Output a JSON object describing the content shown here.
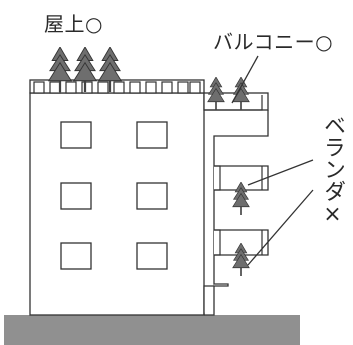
{
  "labels": {
    "rooftop": "屋上○",
    "balcony": "バルコニー○",
    "veranda": "ベランダ×"
  },
  "colors": {
    "outline": "#333333",
    "ground": "#909090",
    "tree": "#6e6e6e",
    "background": "#ffffff"
  },
  "icons": [
    "pine-tree-icon"
  ]
}
